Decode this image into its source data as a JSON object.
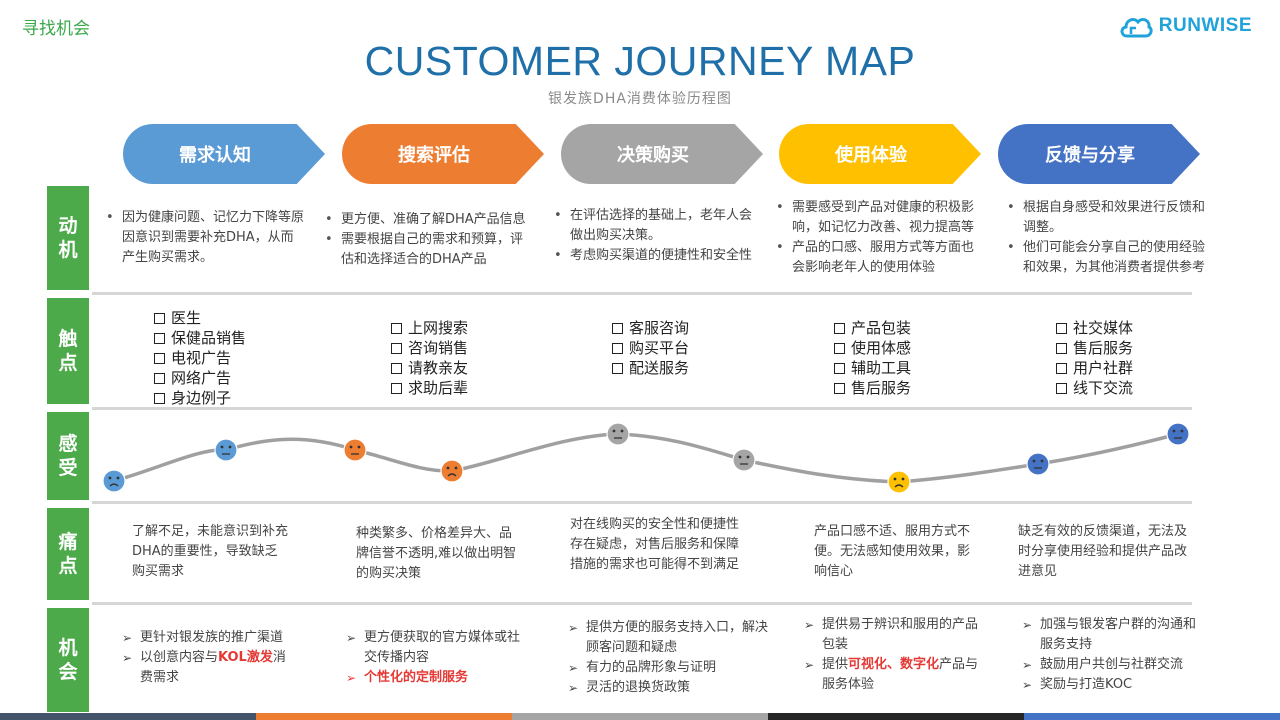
{
  "header": {
    "corner_title": "寻找机会",
    "logo_text": "RUNWISE",
    "title": "CUSTOMER JOURNEY MAP",
    "subtitle": "银发族DHA消费体验历程图"
  },
  "colors": {
    "blue": "#5b9bd5",
    "orange": "#ed7d31",
    "gray": "#a5a5a5",
    "yellow": "#ffc000",
    "navy": "#4472c4",
    "green": "#4caa4a"
  },
  "stages": [
    {
      "label": "需求认知",
      "color": "#5b9bd5"
    },
    {
      "label": "搜索评估",
      "color": "#ed7d31"
    },
    {
      "label": "决策购买",
      "color": "#a5a5a5"
    },
    {
      "label": "使用体验",
      "color": "#ffc000"
    },
    {
      "label": "反馈与分享",
      "color": "#4472c4"
    }
  ],
  "rows": {
    "motivation": {
      "l1": "动",
      "l2": "机"
    },
    "touchpoints": {
      "l1": "触",
      "l2": "点"
    },
    "feelings": {
      "l1": "感",
      "l2": "受"
    },
    "pain": {
      "l1": "痛",
      "l2": "点"
    },
    "opportunity": {
      "l1": "机",
      "l2": "会"
    }
  },
  "motivation": [
    [
      "因为健康问题、记忆力下降等原因意识到需要补充DHA，从而产生购买需求。"
    ],
    [
      "更方便、准确了解DHA产品信息",
      "需要根据自己的需求和预算，评估和选择适合的DHA产品"
    ],
    [
      "在评估选择的基础上，老年人会做出购买决策。",
      "考虑购买渠道的便捷性和安全性"
    ],
    [
      "需要感受到产品对健康的积极影响，如记忆力改善、视力提高等",
      "产品的口感、服用方式等方面也会影响老年人的使用体验"
    ],
    [
      "根据自身感受和效果进行反馈和调整。",
      "他们可能会分享自己的使用经验和效果，为其他消费者提供参考"
    ]
  ],
  "touchpoints": [
    [
      "医生",
      "保健品销售",
      "电视广告",
      "网络广告",
      "身边例子"
    ],
    [
      "上网搜索",
      "咨询销售",
      "请教亲友",
      "求助后辈"
    ],
    [
      "客服咨询",
      "购买平台",
      "配送服务"
    ],
    [
      "产品包装",
      "使用体感",
      "辅助工具",
      "售后服务"
    ],
    [
      "社交媒体",
      "售后服务",
      "用户社群",
      "线下交流"
    ]
  ],
  "feelings": [
    {
      "mood": "sad",
      "color": "#5b9bd5"
    },
    {
      "mood": "neutral",
      "color": "#5b9bd5"
    },
    {
      "mood": "neutral",
      "color": "#ed7d31"
    },
    {
      "mood": "sad",
      "color": "#ed7d31"
    },
    {
      "mood": "neutral",
      "color": "#a5a5a5"
    },
    {
      "mood": "neutral",
      "color": "#a5a5a5"
    },
    {
      "mood": "sad",
      "color": "#ffc000"
    },
    {
      "mood": "neutral",
      "color": "#4472c4"
    },
    {
      "mood": "neutral",
      "color": "#4472c4"
    }
  ],
  "pain": [
    "了解不足，未能意识到补充DHA的重要性，导致缺乏购买需求",
    "种类繁多、价格差异大、品牌信誉不透明,难以做出明智的购买决策",
    "对在线购买的安全性和便捷性存在疑虑，对售后服务和保障措施的需求也可能得不到满足",
    "产品口感不适、服用方式不便。无法感知使用效果，影响信心",
    "缺乏有效的反馈渠道，无法及时分享使用经验和提供产品改进意见"
  ],
  "opportunity": {
    "c1": {
      "i1": "更针对银发族的推广渠道",
      "i2a": "以创意内容与",
      "i2b": "KOL激发",
      "i2c": "消费需求"
    },
    "c2": {
      "i1": "更方便获取的官方媒体或社交传播内容",
      "i2": "个性化的定制服务"
    },
    "c3": {
      "i1": "提供方便的服务支持入口，解决顾客问题和疑虑",
      "i2": "有力的品牌形象与证明",
      "i3": "灵活的退换货政策"
    },
    "c4": {
      "i1": "提供易于辨识和服用的产品包装",
      "i2a": "提供",
      "i2b": "可视化、数字化",
      "i2c": "产品与服务体验"
    },
    "c5": {
      "i1": "加强与银发客户群的沟通和服务支持",
      "i2": "鼓励用户共创与社群交流",
      "i3": "奖励与打造KOC"
    }
  }
}
